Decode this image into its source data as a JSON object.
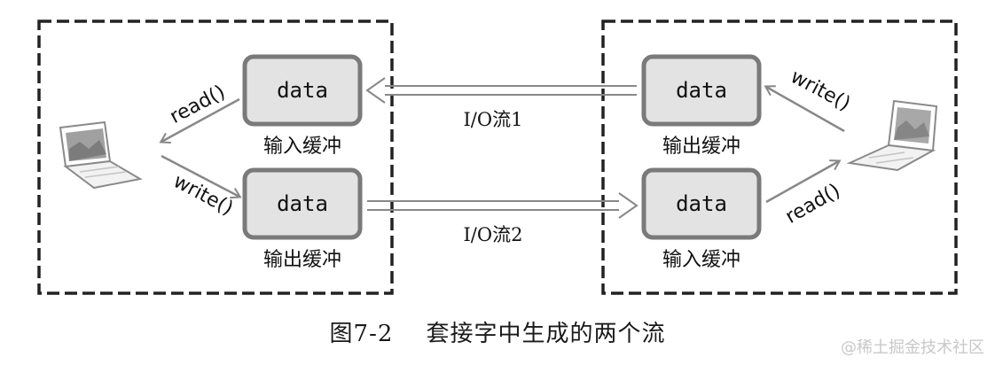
{
  "diagram": {
    "left_host": {
      "input_buffer": {
        "box_text": "data",
        "label": "输入缓冲"
      },
      "output_buffer": {
        "box_text": "data",
        "label": "输出缓冲"
      },
      "read_label": "read()",
      "write_label": "write()"
    },
    "right_host": {
      "output_buffer": {
        "box_text": "data",
        "label": "输出缓冲"
      },
      "input_buffer": {
        "box_text": "data",
        "label": "输入缓冲"
      },
      "write_label": "write()",
      "read_label": "read()"
    },
    "stream1_label": "I/O流1",
    "stream2_label": "I/O流2",
    "caption": "图7-2    套接字中生成的两个流",
    "watermark": "@稀土掘金技术社区"
  },
  "colors": {
    "buffer_border": "#7a7a7a",
    "buffer_fill": "#e3e3e3",
    "dashed_border": "#222222",
    "arrow": "#888888",
    "laptop_screen": "#9a9a9a"
  }
}
